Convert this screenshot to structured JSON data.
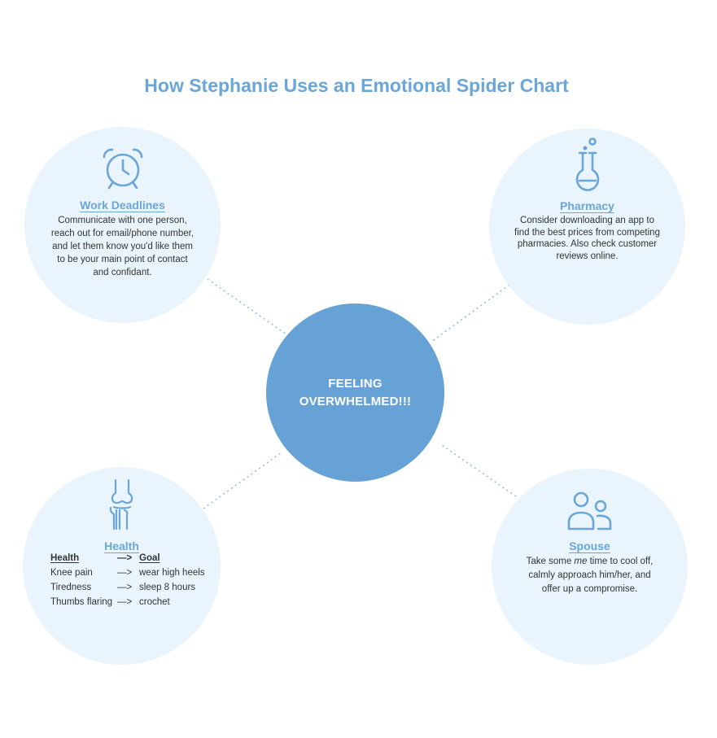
{
  "title": "How Stephanie Uses an Emotional Spider Chart",
  "center": {
    "line1": "FEELING",
    "line2": "OVERWHELMED!!!",
    "color": "#66a2d5"
  },
  "colors": {
    "accent": "#6aa6d8",
    "bubble": "#e9f4fc",
    "text": "#333333"
  },
  "nodes": {
    "work": {
      "icon": "alarm-clock-icon",
      "heading": "Work Deadlines",
      "lines": [
        "Communicate with one person,",
        "reach out for email/phone number,",
        "and let them know you'd like them",
        "to be your main point of contact",
        "and confidant."
      ]
    },
    "pharmacy": {
      "icon": "flask-icon",
      "heading": "Pharmacy",
      "lines": [
        "Consider downloading an app to",
        "find the best prices from competing",
        "pharmacies. Also check customer",
        "reviews online."
      ]
    },
    "health": {
      "icon": "knee-joint-icon",
      "heading": "Health",
      "table": {
        "header": [
          "Health",
          "—>",
          "Goal"
        ],
        "rows": [
          [
            "Knee pain",
            "—>",
            "wear high heels"
          ],
          [
            "Tiredness",
            "—>",
            "sleep 8 hours"
          ],
          [
            "Thumbs flaring",
            "—>",
            "crochet"
          ]
        ]
      }
    },
    "spouse": {
      "icon": "people-icon",
      "heading": "Spouse",
      "line1_before": "Take some ",
      "line1_emph": "me",
      "line1_after": " time to cool off,",
      "line2": "calmly approach him/her, and",
      "line3": "offer up a compromise."
    }
  }
}
